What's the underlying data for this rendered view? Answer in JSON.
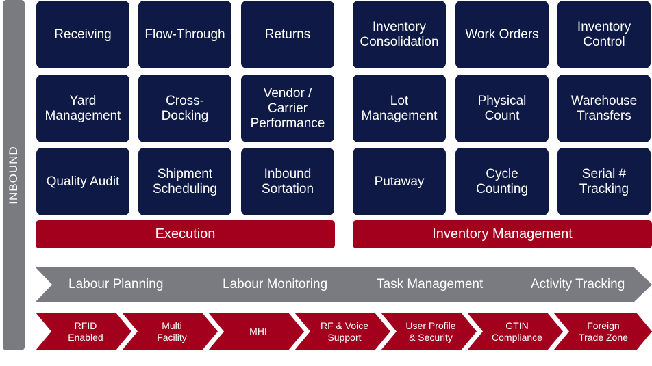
{
  "sidebar": {
    "label": "INBOUND"
  },
  "execution": {
    "tiles": [
      "Receiving",
      "Flow-Through",
      "Returns",
      "Yard\nManagement",
      "Cross-Docking",
      "Vendor /\nCarrier\nPerformance",
      "Quality Audit",
      "Shipment\nScheduling",
      "Inbound\nSortation"
    ],
    "band_label": "Execution"
  },
  "inventory": {
    "tiles": [
      "Inventory\nConsolidation",
      "Work Orders",
      "Inventory\nControl",
      "Lot\nManagement",
      "Physical\nCount",
      "Warehouse\nTransfers",
      "Putaway",
      "Cycle\nCounting",
      "Serial #\nTracking"
    ],
    "band_label": "Inventory Management"
  },
  "flow": {
    "items": [
      "Labour Planning",
      "Labour Monitoring",
      "Task Management",
      "Activity Tracking"
    ]
  },
  "chevrons": {
    "items": [
      "RFID\nEnabled",
      "Multi\nFacility",
      "MHI",
      "RF & Voice\nSupport",
      "User Profile\n& Security",
      "GTIN\nCompliance",
      "Foreign\nTrade Zone"
    ]
  },
  "colors": {
    "navy": "#0e1a45",
    "red": "#a3001e",
    "grey": "#7a7b80"
  }
}
